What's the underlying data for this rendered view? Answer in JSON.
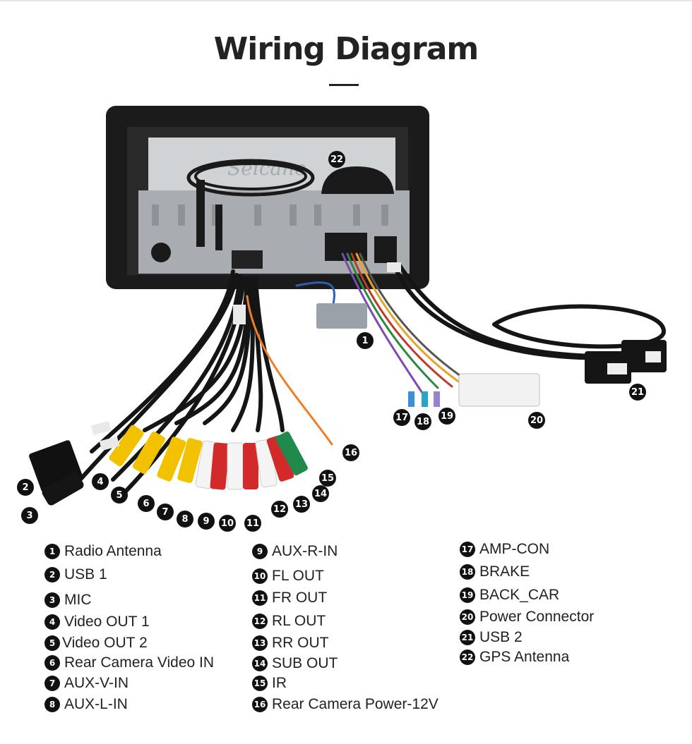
{
  "title": "Wiring Diagram",
  "watermark": "Seicane",
  "legend": [
    {
      "num": "1",
      "label": "Radio Antenna"
    },
    {
      "num": "2",
      "label": "USB 1"
    },
    {
      "num": "3",
      "label": "MIC"
    },
    {
      "num": "4",
      "label": "Video OUT 1"
    },
    {
      "num": "5",
      "label": "Video OUT 2"
    },
    {
      "num": "6",
      "label": "Rear Camera Video IN"
    },
    {
      "num": "7",
      "label": "AUX-V-IN"
    },
    {
      "num": "8",
      "label": "AUX-L-IN"
    },
    {
      "num": "9",
      "label": "AUX-R-IN"
    },
    {
      "num": "10",
      "label": "FL OUT"
    },
    {
      "num": "11",
      "label": "FR OUT"
    },
    {
      "num": "12",
      "label": "RL OUT"
    },
    {
      "num": "13",
      "label": "RR OUT"
    },
    {
      "num": "14",
      "label": "SUB OUT"
    },
    {
      "num": "15",
      "label": "IR"
    },
    {
      "num": "16",
      "label": "Rear Camera Power-12V"
    },
    {
      "num": "17",
      "label": "AMP-CON"
    },
    {
      "num": "18",
      "label": "BRAKE"
    },
    {
      "num": "19",
      "label": "BACK_CAR"
    },
    {
      "num": "20",
      "label": "Power Connector"
    },
    {
      "num": "21",
      "label": "USB 2"
    },
    {
      "num": "22",
      "label": "GPS Antenna"
    }
  ],
  "colors": {
    "rca_yellow": "#f2c200",
    "rca_white": "#f4f4f4",
    "rca_red": "#d22a2a",
    "rca_green": "#1f8a4c",
    "cable_black": "#151515",
    "unit_frame": "#1b1b1b",
    "chassis_metal": "#b9bcbf"
  }
}
